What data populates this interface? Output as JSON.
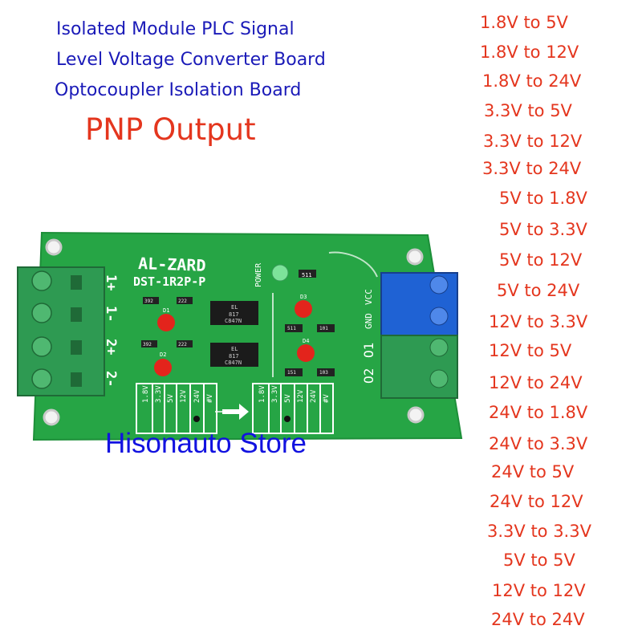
{
  "title_lines": [
    "Isolated Module PLC Signal",
    "Level Voltage Converter Board",
    "Optocoupler Isolation Board"
  ],
  "output_type": "PNP Output",
  "conversions": [
    "1.8V to 5V",
    "1.8V to 12V",
    "1.8V to 24V",
    "3.3V to 5V",
    "3.3V to 12V",
    "3.3V to 24V",
    "5V to 1.8V",
    "5V to 3.3V",
    "5V to 12V",
    "5V to 24V",
    "12V to 3.3V",
    "12V to 5V",
    "12V to 24V",
    "24V to 1.8V",
    "24V to 3.3V",
    "24V to 5V",
    "24V to 12V",
    "3.3V to 3.3V",
    "5V to 5V",
    "12V to 12V",
    "24V to 24V"
  ],
  "store_name": "Hisonauto Store",
  "board": {
    "brand": "AL-ZARD",
    "model": "DST-1R2P-P",
    "power_label": "POWER",
    "led_power_ref": "511",
    "left_terminal_labels": [
      "1+",
      "1-",
      "2+",
      "2-"
    ],
    "right_top_labels": [
      "GND",
      "VCC"
    ],
    "right_bottom_labels": [
      "O2",
      "O1"
    ],
    "jumper_voltages": [
      "1.8V",
      "3.3V",
      "5V",
      "12V",
      "24V",
      "#V"
    ],
    "optocoupler_text": [
      "EL",
      "817",
      "C847N"
    ],
    "resistor_codes_left": [
      "392",
      "222",
      "392",
      "222"
    ],
    "resistor_codes_right": [
      "511",
      "101",
      "151",
      "103"
    ],
    "led_refs": [
      "D1",
      "D2",
      "D3",
      "D4"
    ],
    "colors": {
      "pcb": "#26a545",
      "pcb_dark": "#1d8f39",
      "terminal_green": "#2e9a52",
      "terminal_blue": "#1f62d4",
      "led": "#e3241c"
    }
  }
}
